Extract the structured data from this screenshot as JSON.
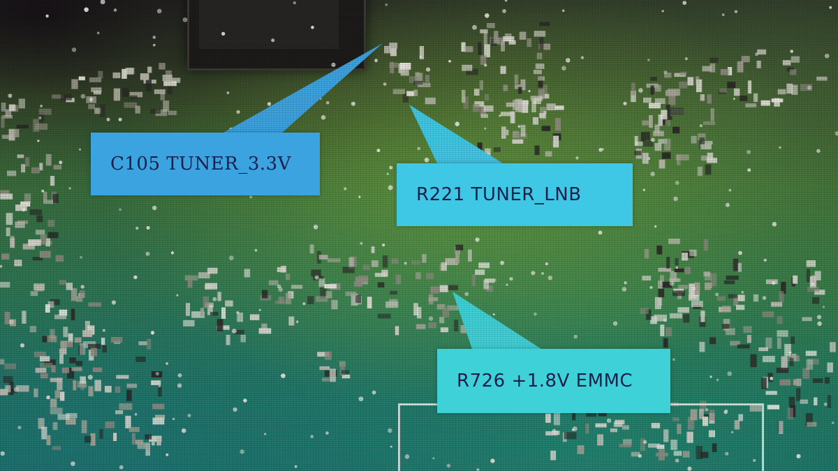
{
  "photo": {
    "subject": "circuit-board"
  },
  "callouts": [
    {
      "label": "C105 TUNER_3.3V",
      "color": "#3ba3e0"
    },
    {
      "label": "R221 TUNER_LNB",
      "color": "#3ec8e6"
    },
    {
      "label": "R726 +1.8V EMMC",
      "color": "#3ed2d8"
    }
  ]
}
